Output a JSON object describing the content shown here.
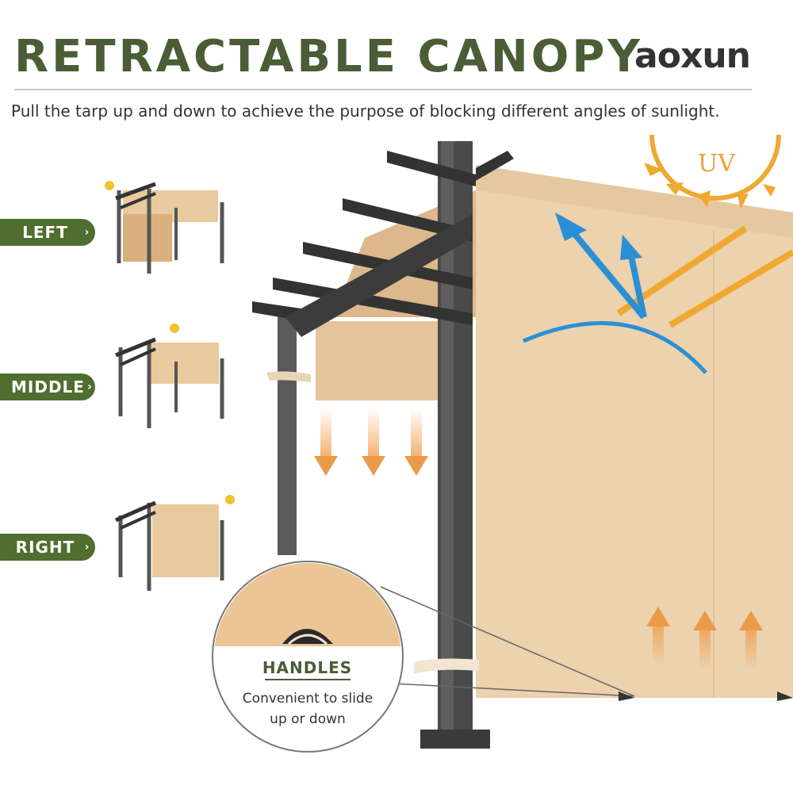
{
  "header": {
    "title": "RETRACTABLE CANOPY",
    "brand": "aoxun",
    "subtitle": "Pull the tarp up and down to achieve the purpose of blocking different angles of sunlight."
  },
  "positions": [
    {
      "label": "LEFT",
      "arrow": "›"
    },
    {
      "label": "MIDDLE",
      "arrow": "›"
    },
    {
      "label": "RIGHT",
      "arrow": "›"
    }
  ],
  "uv_label": "UV",
  "callout": {
    "title": "HANDLES",
    "description_line1": "Convenient to slide",
    "description_line2": "up or down"
  },
  "colors": {
    "title_green": "#4a5d36",
    "pill_green": "#4f6e2f",
    "canopy_tan": "#ecd2ad",
    "frame_gray": "#4a4a4a",
    "sun_orange": "#f0a830",
    "uv_blue": "#2b8fd6"
  }
}
